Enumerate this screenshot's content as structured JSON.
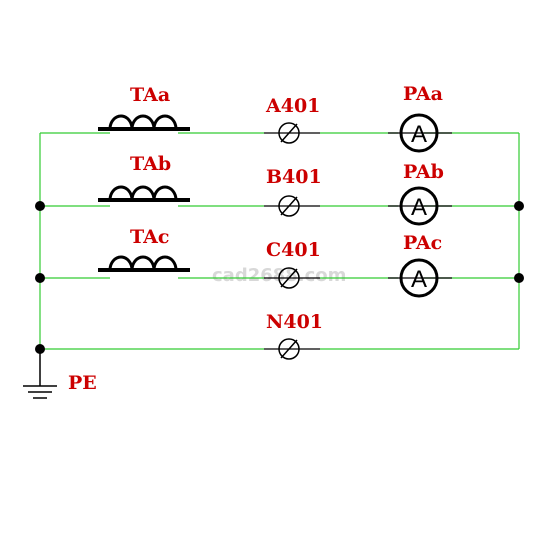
{
  "watermark": "cad2688.com",
  "transformers": [
    {
      "label": "TAa"
    },
    {
      "label": "TAb"
    },
    {
      "label": "TAc"
    }
  ],
  "terminals": [
    {
      "label": "A401"
    },
    {
      "label": "B401"
    },
    {
      "label": "C401"
    },
    {
      "label": "N401"
    }
  ],
  "meters": [
    {
      "label": "PAa",
      "symbol": "A"
    },
    {
      "label": "PAb",
      "symbol": "A"
    },
    {
      "label": "PAc",
      "symbol": "A"
    }
  ],
  "ground": {
    "label": "PE",
    "icon": "ground-icon"
  },
  "colors": {
    "wire": "#33cc33",
    "label": "#cc0000",
    "symbol": "#000000"
  }
}
